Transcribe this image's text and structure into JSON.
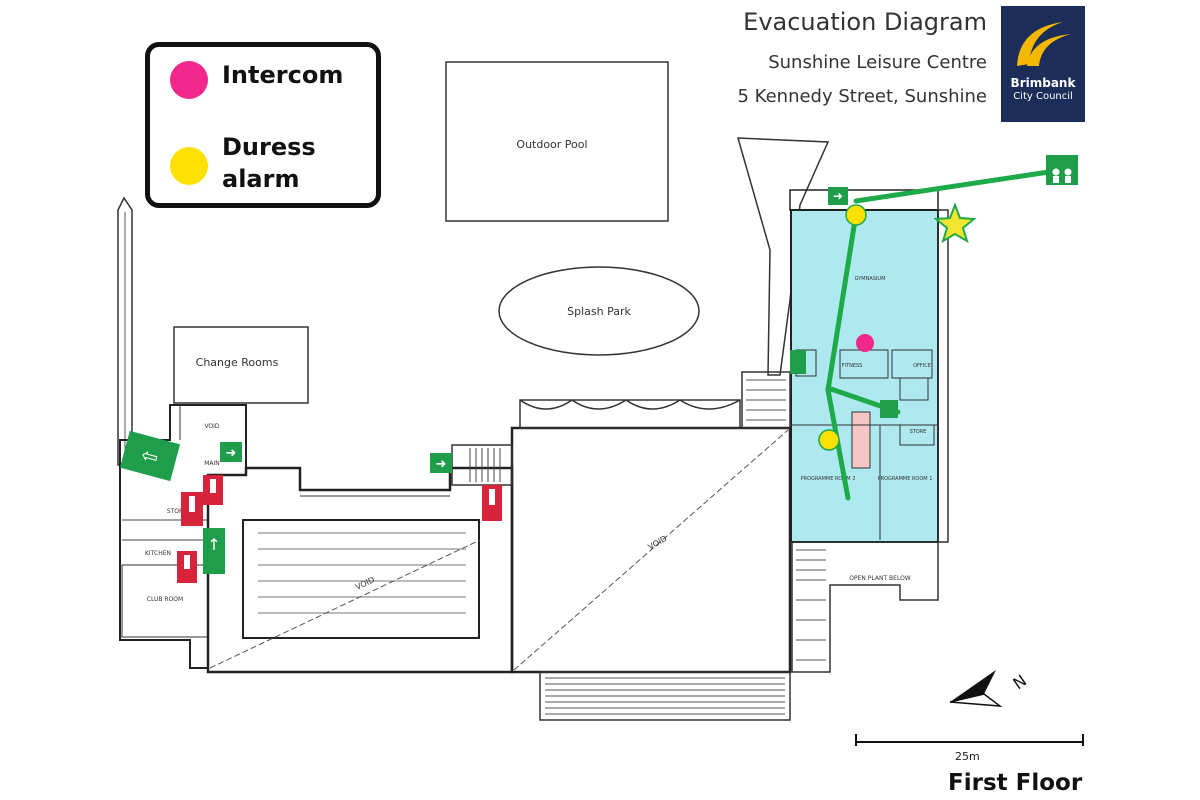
{
  "legend": {
    "items": [
      {
        "label": "Intercom",
        "color": "#f0288c"
      },
      {
        "label": "Duress alarm",
        "color": "#ffe000"
      }
    ]
  },
  "header": {
    "title": "Evacuation Diagram",
    "venue": "Sunshine Leisure Centre",
    "address": "5 Kennedy Street, Sunshine"
  },
  "logo": {
    "org": "Brimbank",
    "suborg": "City Council",
    "bg_color": "#1d2d5a",
    "accent_color": "#f5b800"
  },
  "map": {
    "areas": {
      "outdoor_pool": "Outdoor Pool",
      "splash_park": "Splash Park",
      "change_rooms": "Change Rooms",
      "gymnasium": "GYMNASIUM",
      "program_room_1": "PROGRAMME ROOM 1",
      "program_room_2": "PROGRAMME ROOM 2",
      "office": "OFFICE",
      "store": "STORE",
      "fitness": "FITNESS",
      "void_main": "VOID",
      "void_pool": "VOID",
      "void_small": "VOID",
      "club_room": "CLUB ROOM",
      "kitchen": "KITCHEN",
      "main": "MAIN",
      "store_west": "STOR",
      "open_plant": "OPEN PLANT BELOW"
    },
    "highlight_color": "#aee9ef",
    "route_color": "#1faa4a",
    "exit_sign_color": "#1e9e4a",
    "extinguisher_color": "#d8243b"
  },
  "scale": {
    "label": "25m"
  },
  "floor": {
    "label": "First Floor"
  }
}
